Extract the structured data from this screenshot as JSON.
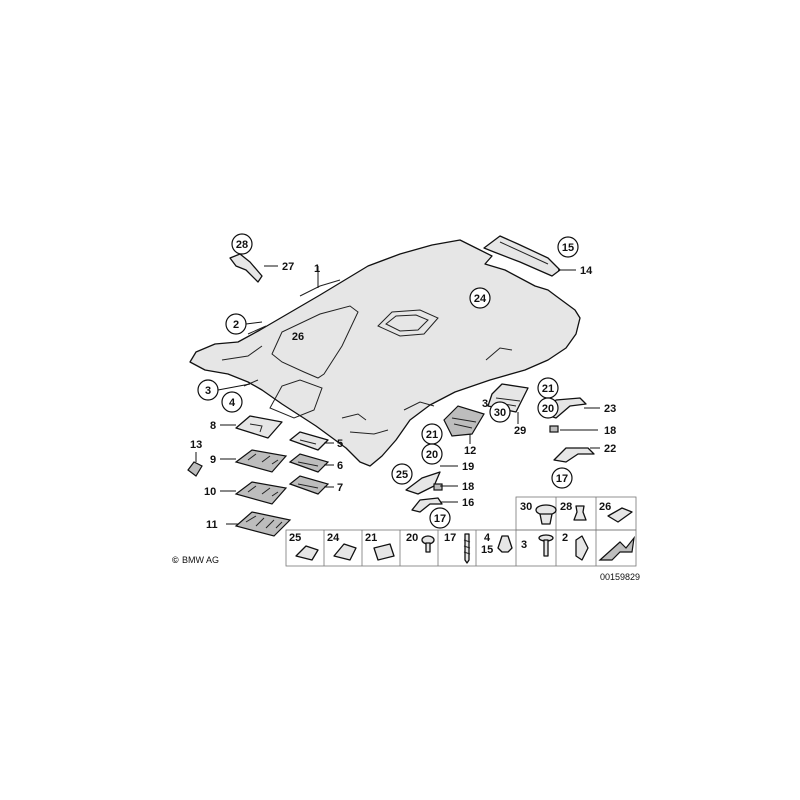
{
  "callouts": {
    "c1": "1",
    "c2": "2",
    "c3": "3",
    "c4": "4",
    "c5": "5",
    "c6": "6",
    "c7": "7",
    "c8": "8",
    "c9": "9",
    "c10": "10",
    "c11": "11",
    "c12": "12",
    "c13": "13",
    "c14": "14",
    "c15": "15",
    "c16": "16",
    "c17": "17",
    "c18": "18",
    "c19": "19",
    "c20": "20",
    "c21": "21",
    "c22": "22",
    "c23": "23",
    "c24": "24",
    "c25": "25",
    "c26": "26",
    "c27": "27",
    "c28": "28",
    "c29": "29",
    "c30": "30"
  },
  "legend": {
    "top": [
      "30",
      "28",
      "26"
    ],
    "bottom": [
      "25",
      "24",
      "21",
      "20",
      "17",
      "4",
      "15",
      "3",
      "2"
    ]
  },
  "copyright": "BMW AG",
  "copyright_symbol": "©",
  "drawing_number": "00159829"
}
